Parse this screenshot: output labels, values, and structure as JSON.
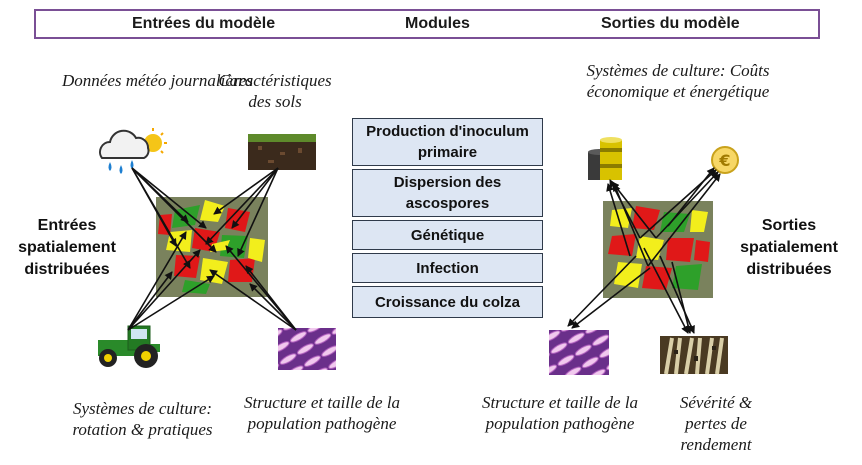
{
  "header": {
    "inputs_title": "Entrées du modèle",
    "modules_title": "Modules",
    "outputs_title": "Sorties du modèle"
  },
  "inputs": {
    "weather_label": "Données météo journalières",
    "soil_label": "Caractéristiques des sols",
    "spatial_label": "Entrées spatialement distribuées",
    "cropping_label": "Systèmes de culture: rotation & pratiques",
    "pathogen_label": "Structure et taille de la population pathogène"
  },
  "modules": [
    "Production d'inoculum primaire",
    "Dispersion des ascospores",
    "Génétique",
    "Infection",
    "Croissance du colza"
  ],
  "outputs": {
    "costs_label": "Systèmes de culture: Coûts économique et énergétique",
    "spatial_label": "Sorties spatialement distribuées",
    "pathogen_label": "Structure et taille de la population pathogène",
    "severity_label": "Sévérité & pertes de rendement"
  },
  "colors": {
    "header_border": "#7a4f95",
    "module_fill": "#dde6f3",
    "module_border": "#2f3a4a",
    "map_red": "#e01818",
    "map_yellow": "#f2ee1c",
    "map_green": "#2ea02a"
  }
}
